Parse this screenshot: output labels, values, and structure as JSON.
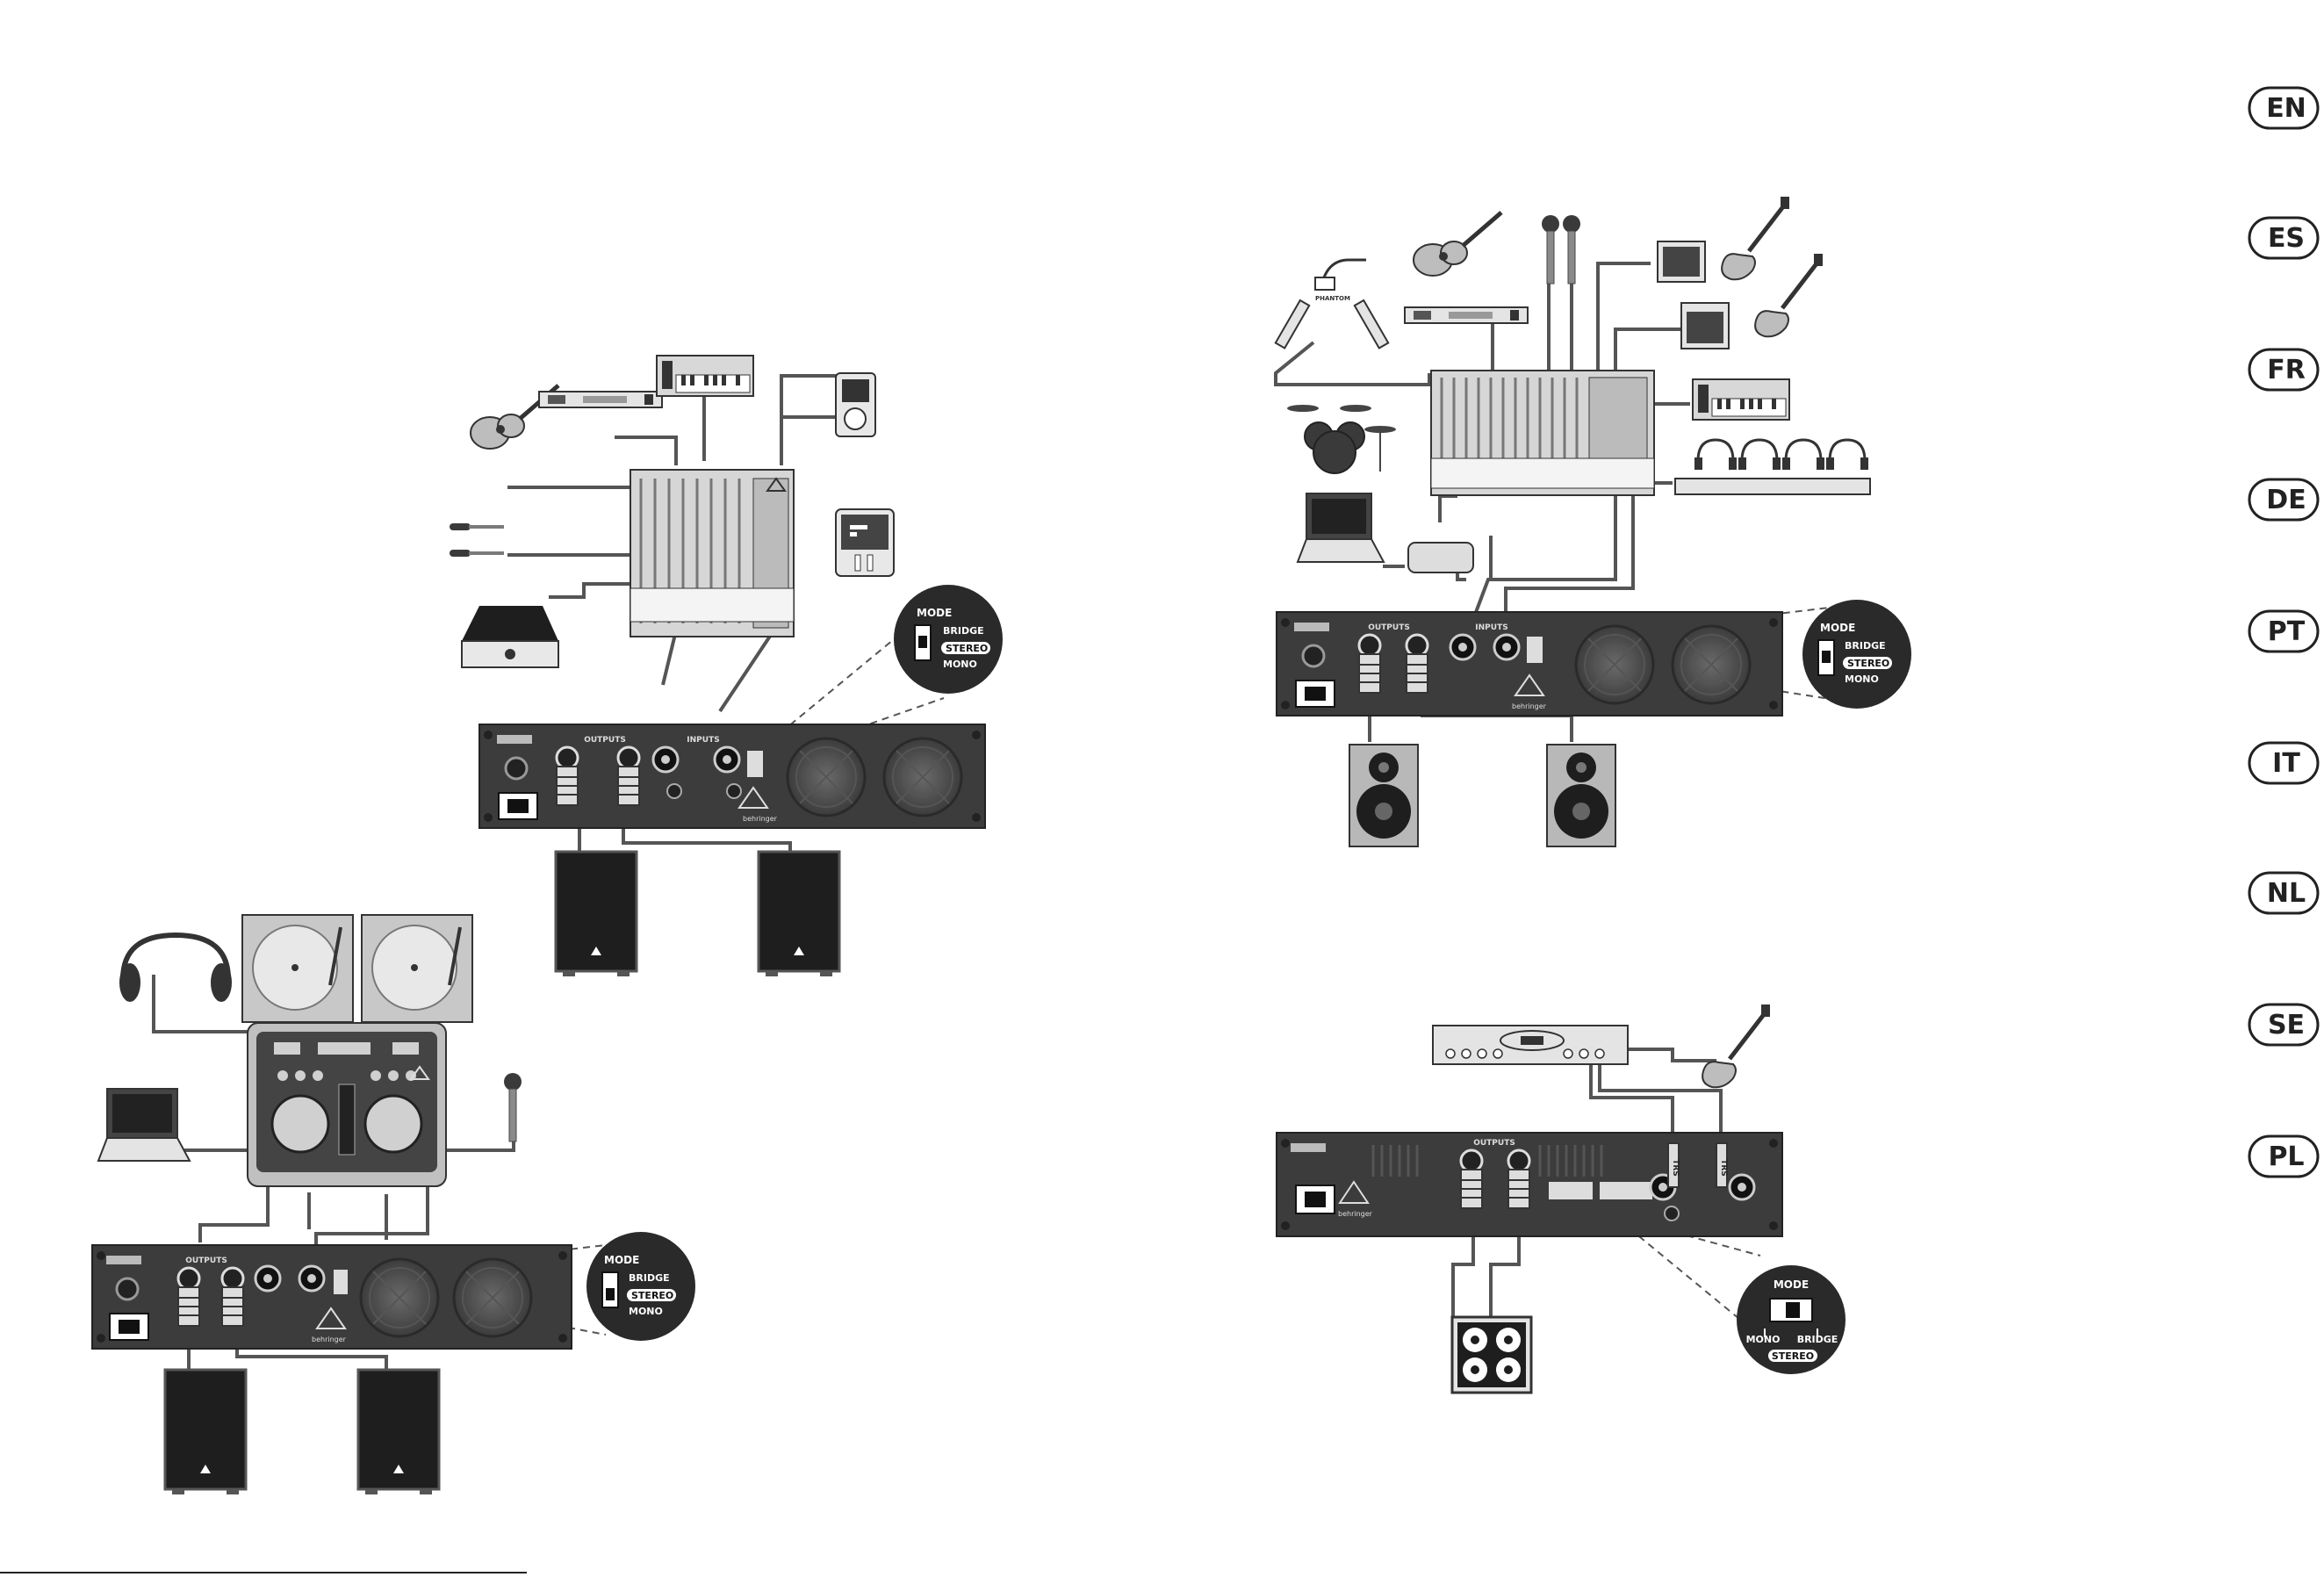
{
  "language_tabs": [
    "EN",
    "ES",
    "FR",
    "DE",
    "PT",
    "IT",
    "NL",
    "SE",
    "PL"
  ],
  "mode_switch": {
    "title": "MODE",
    "bridge": "BRIDGE",
    "stereo": "STEREO",
    "mono": "MONO"
  },
  "amp_labels": {
    "inputs": "INPUTS",
    "outputs": "OUTPUTS",
    "brand": "behringer",
    "trs": "TRS"
  },
  "phantom_label": "PHANTOM"
}
